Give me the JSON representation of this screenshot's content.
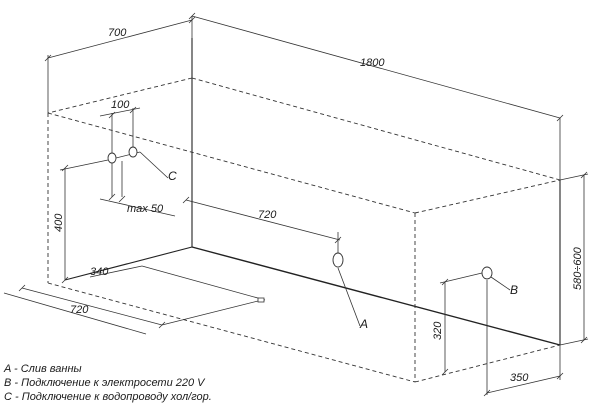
{
  "dimensions": {
    "width_top": "700",
    "length_top": "1800",
    "pipe_spacing": "100",
    "max_offset": "max 50",
    "height_left": "400",
    "drain_offset_top": "720",
    "floor_offset_short": "340",
    "floor_offset_long": "720",
    "height_right": "580÷600",
    "port_b_height": "320",
    "port_b_offset": "350"
  },
  "labels": {
    "a": "A",
    "b": "B",
    "c": "C"
  },
  "legend": [
    "A - Слив ванны",
    "B - Подключение к электросети 220 V",
    "C - Подключение к водопроводу хол/гор."
  ]
}
